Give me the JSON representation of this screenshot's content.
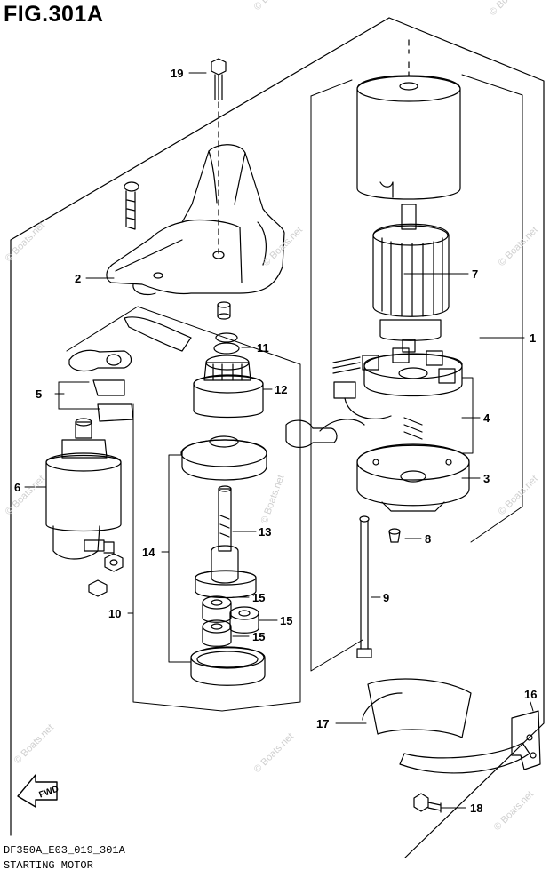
{
  "figure_title": "FIG.301A",
  "diagram_code": "DF350A_E03_019_301A",
  "diagram_name": "STARTING MOTOR",
  "direction_label": "FWD",
  "watermark_text": "© Boats.net",
  "center_watermark": "© Boats.net",
  "callouts": [
    {
      "id": "c1",
      "label": "1"
    },
    {
      "id": "c2",
      "label": "2"
    },
    {
      "id": "c3",
      "label": "3"
    },
    {
      "id": "c4",
      "label": "4"
    },
    {
      "id": "c5",
      "label": "5"
    },
    {
      "id": "c6",
      "label": "6"
    },
    {
      "id": "c7",
      "label": "7"
    },
    {
      "id": "c8",
      "label": "8"
    },
    {
      "id": "c9",
      "label": "9"
    },
    {
      "id": "c10",
      "label": "10"
    },
    {
      "id": "c11",
      "label": "11"
    },
    {
      "id": "c12",
      "label": "12"
    },
    {
      "id": "c13",
      "label": "13"
    },
    {
      "id": "c14",
      "label": "14"
    },
    {
      "id": "c15a",
      "label": "15"
    },
    {
      "id": "c15b",
      "label": "15"
    },
    {
      "id": "c15c",
      "label": "15"
    },
    {
      "id": "c16",
      "label": "16"
    },
    {
      "id": "c17",
      "label": "17"
    },
    {
      "id": "c18",
      "label": "18"
    },
    {
      "id": "c19",
      "label": "19"
    }
  ],
  "colors": {
    "line": "#000000",
    "watermark": "#cfcfcf",
    "background": "#ffffff"
  }
}
